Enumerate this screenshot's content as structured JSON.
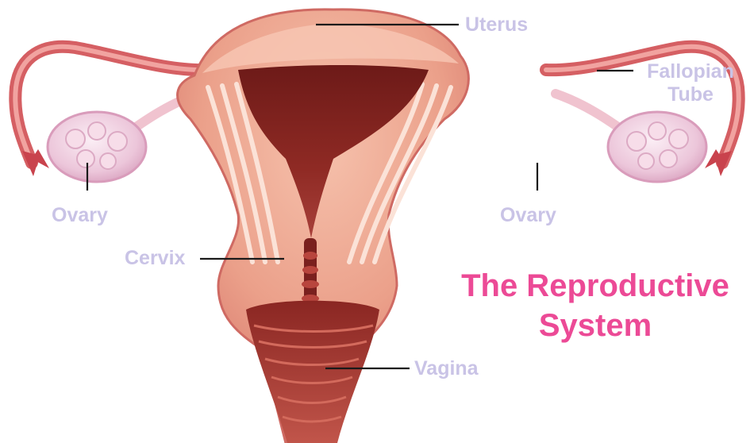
{
  "title": {
    "line1": "The Reproductive",
    "line2": "System"
  },
  "labels": {
    "uterus": "Uterus",
    "fallopian_line1": "Fallopian",
    "fallopian_line2": "Tube",
    "ovary_left": "Ovary",
    "ovary_right": "Ovary",
    "cervix": "Cervix",
    "vagina": "Vagina"
  },
  "colors": {
    "label": "#c9c3e6",
    "title": "#ec4a96",
    "leader_line": "#1a1a1a"
  }
}
